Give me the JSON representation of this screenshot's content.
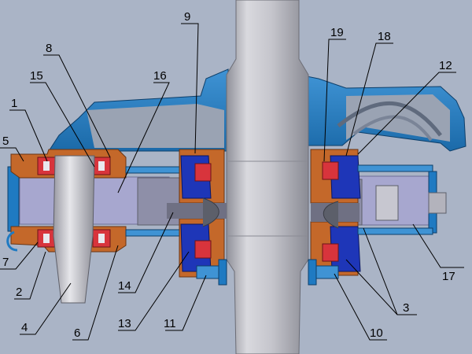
{
  "colors": {
    "background": "#aab4c6",
    "housing_blue": "#1f7ac2",
    "housing_blue_light": "#3f93d4",
    "copper": "#c4682a",
    "copper_dark": "#8a4418",
    "seal_red": "#d8343c",
    "seal_blue": "#1e36b8",
    "steel_light": "#d6d6da",
    "steel_mid": "#b3b3bc",
    "lavender": "#a7a7cf",
    "purple_gray": "#8e8fa8",
    "dark_gray": "#5c5f6a",
    "leader": "#000000"
  },
  "labels": [
    {
      "id": "1",
      "text": "1"
    },
    {
      "id": "2",
      "text": "2"
    },
    {
      "id": "3",
      "text": "3"
    },
    {
      "id": "4",
      "text": "4"
    },
    {
      "id": "5",
      "text": "5"
    },
    {
      "id": "6",
      "text": "6"
    },
    {
      "id": "7",
      "text": "7"
    },
    {
      "id": "8",
      "text": "8"
    },
    {
      "id": "9",
      "text": "9"
    },
    {
      "id": "10",
      "text": "10"
    },
    {
      "id": "11",
      "text": "11"
    },
    {
      "id": "12",
      "text": "12"
    },
    {
      "id": "13",
      "text": "13"
    },
    {
      "id": "14",
      "text": "14"
    },
    {
      "id": "15",
      "text": "15"
    },
    {
      "id": "16",
      "text": "16"
    },
    {
      "id": "17",
      "text": "17"
    },
    {
      "id": "18",
      "text": "18"
    },
    {
      "id": "19",
      "text": "19"
    }
  ]
}
